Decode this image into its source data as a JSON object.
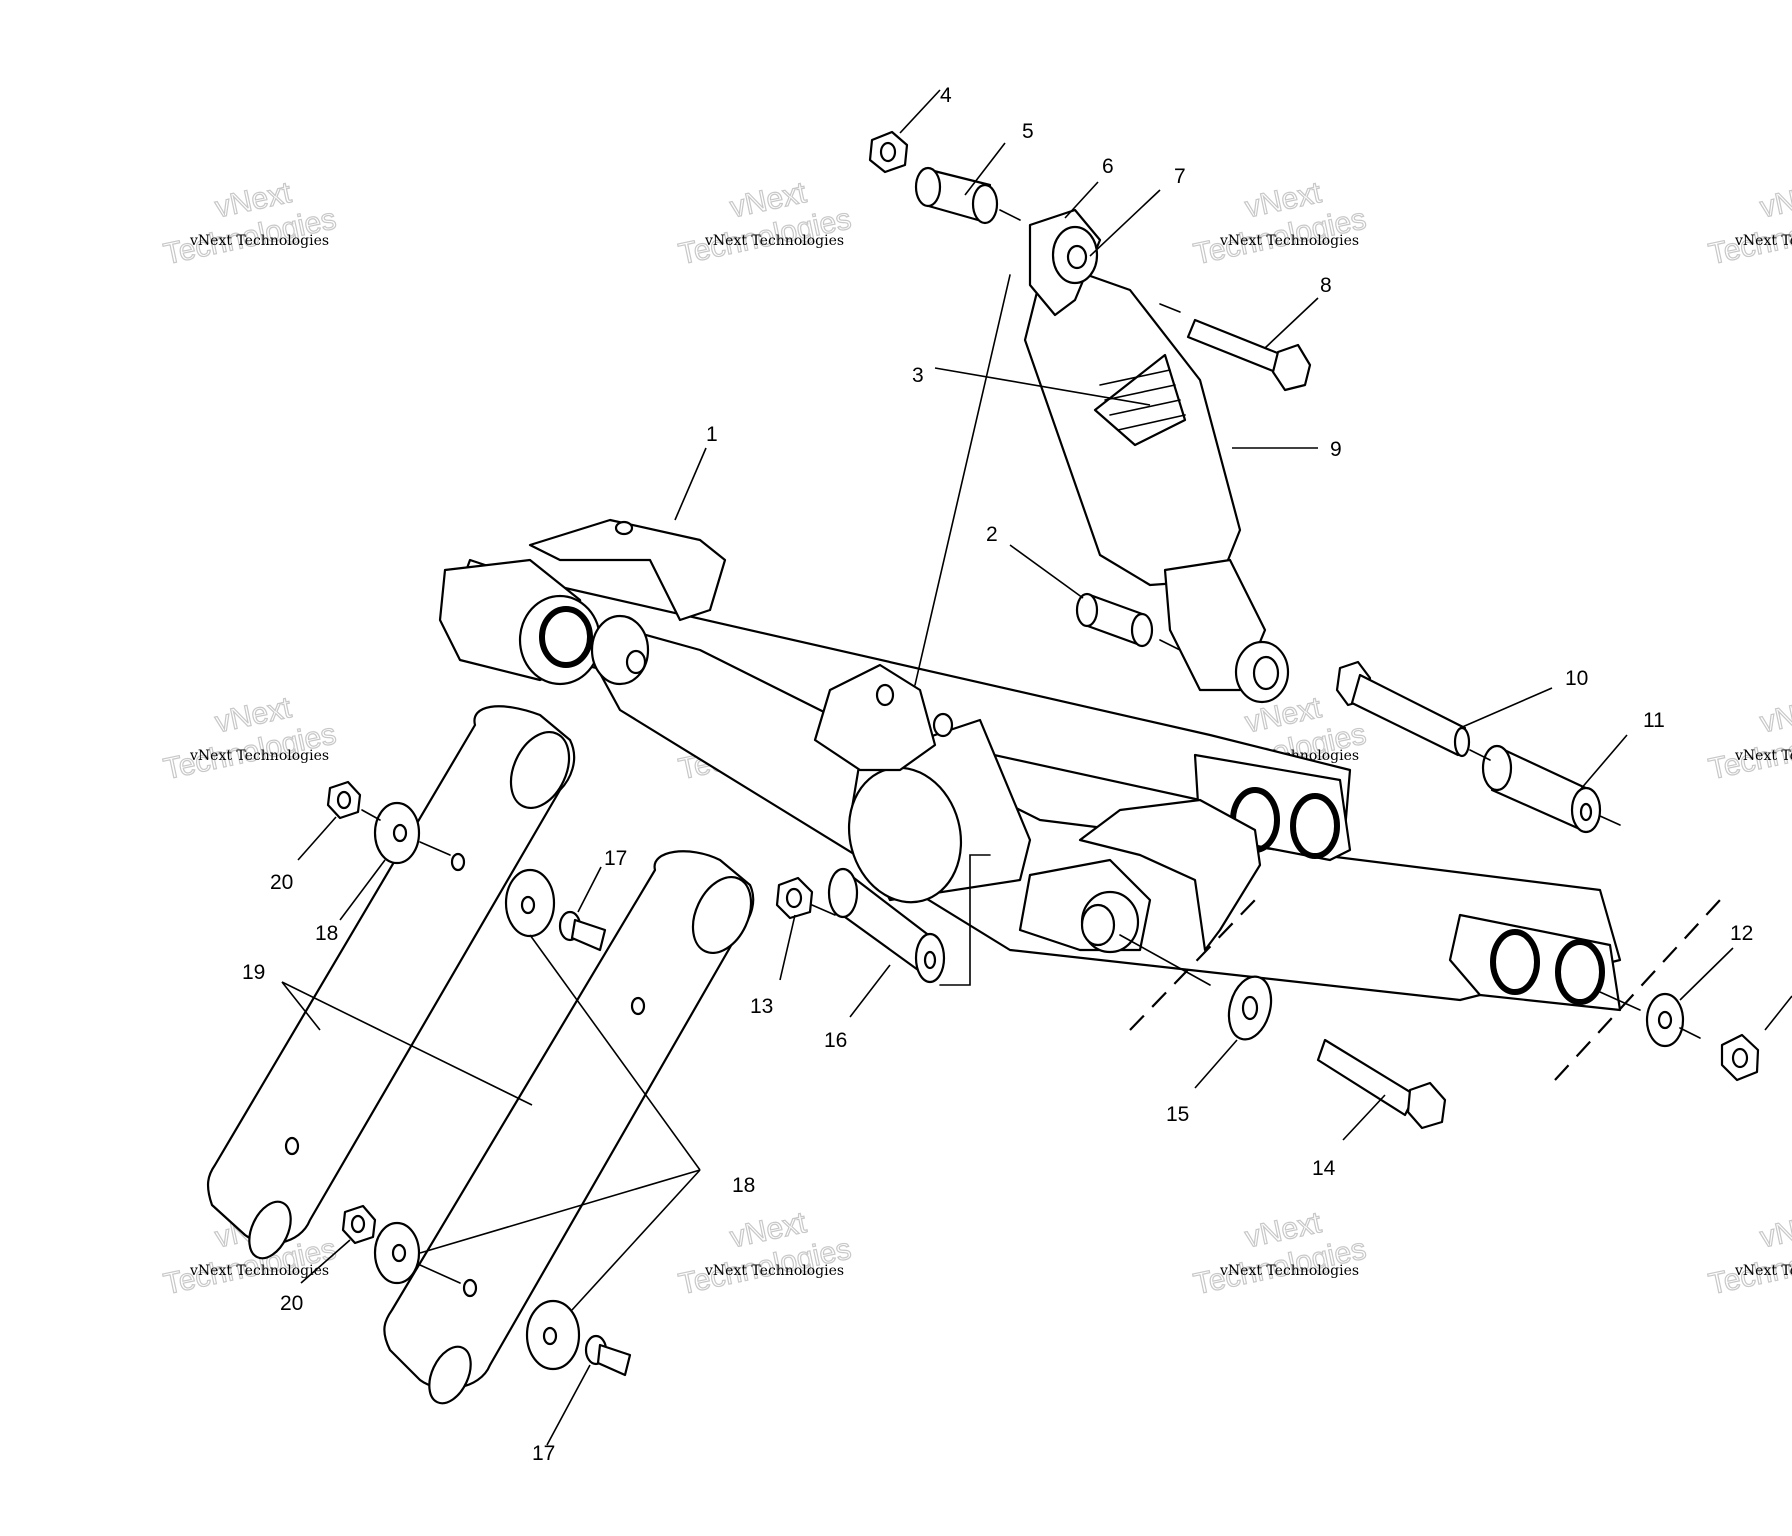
{
  "diagram": {
    "callouts": {
      "c1": "1",
      "c2": "2",
      "c3": "3",
      "c4": "4",
      "c5": "5",
      "c6": "6",
      "c7": "7",
      "c8": "8",
      "c9": "9",
      "c10": "10",
      "c11": "11",
      "c12": "12",
      "c13": "13",
      "c14": "14",
      "c15": "15",
      "c16": "16",
      "c17a": "17",
      "c17b": "17",
      "c18a": "18",
      "c18b": "18",
      "c19": "19",
      "c20a": "20",
      "c20b": "20"
    },
    "watermark": {
      "small": "vNext Technologies",
      "big_line1": "vNext",
      "big_line2": "Technologies"
    }
  }
}
